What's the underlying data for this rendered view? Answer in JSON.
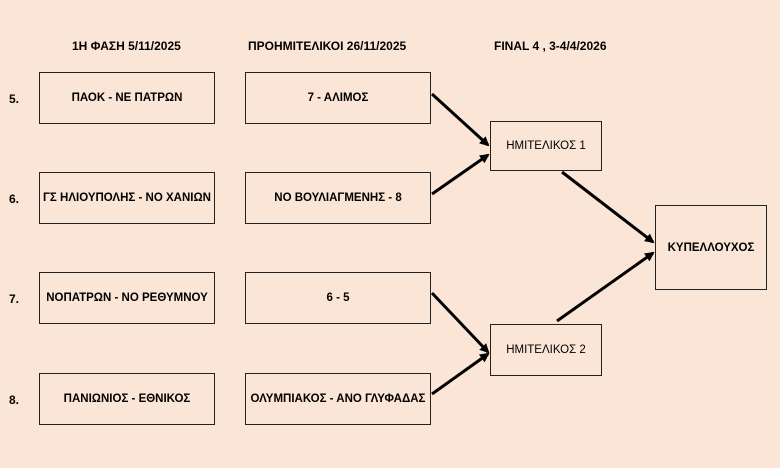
{
  "headers": {
    "round1": "1Η ΦΑΣΗ 5/11/2025",
    "preQuarter": "ΠΡΟΗΜΙΤΕΛΙΚΟΙ 26/11/2025",
    "final4": "FINAL 4 , 3-4/4/2026"
  },
  "rows": [
    {
      "number": "5.",
      "round1": "ΠΑΟΚ - ΝΕ ΠΑΤΡΩΝ",
      "preQuarter": "7 - ΑΛΙΜΟΣ"
    },
    {
      "number": "6.",
      "round1": "ΓΣ ΗΛΙΟΥΠΟΛΗΣ - ΝΟ ΧΑΝΙΩΝ",
      "preQuarter": "ΝΟ ΒΟΥΛΙΑΓΜΕΝΗΣ - 8"
    },
    {
      "number": "7.",
      "round1": "ΝΟΠΑΤΡΩΝ - ΝΟ ΡΕΘΥΜΝΟΥ",
      "preQuarter": "6 - 5"
    },
    {
      "number": "8.",
      "round1": "ΠΑΝΙΩΝΙΟΣ - ΕΘΝΙΚΟΣ",
      "preQuarter": "ΟΛΥΜΠΙΑΚΟΣ - ΑΝΟ ΓΛΥΦΑΔΑΣ"
    }
  ],
  "semifinals": [
    "ΗΜΙΤΕΛΙΚΟΣ 1",
    "ΗΜΙΤΕΛΙΚΟΣ 2"
  ],
  "winner": "ΚΥΠΕΛΛΟΥΧΟΣ",
  "colors": {
    "background": "#fbe5d6",
    "stroke": "#000000"
  }
}
